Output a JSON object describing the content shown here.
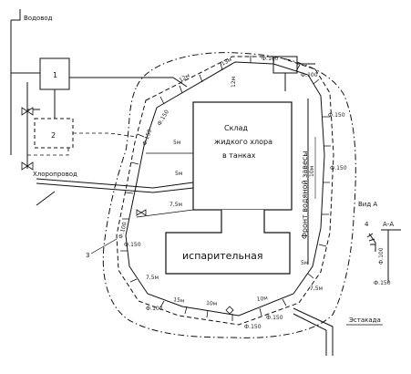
{
  "labels": {
    "water_supply": "Водовод",
    "chlorine_pipeline": "Хлоропровод",
    "trestle": "Эстакада",
    "warehouse_line1": "Склад",
    "warehouse_line2": "жидкого хлора",
    "warehouse_line3": "в танках",
    "evaporator": "испарительная",
    "curtain_front": "Фронт водяной завесы",
    "view_a": "Вид А",
    "section_aa": "А-А",
    "building_1": "1",
    "building_2": "2",
    "callout_3": "3",
    "callout_4": "4"
  },
  "dimensions": {
    "d_top_1": "12м",
    "d_top_2": "13м",
    "d_top_3": "Ф.100",
    "d_top_4": "Ф.100",
    "d_top_5": "12м",
    "d_right_1": "Ф.150",
    "d_right_2": "Ф.150",
    "d_right_3": "10м",
    "d_left_1": "Ф.150",
    "d_left_2": "5м",
    "d_left_3": "5м",
    "d_left_4": "Ф.150",
    "d_left_5": "7,5м",
    "d_left_6": "Ф.100",
    "d_left_7": "Ф.150",
    "d_bot_1": "15м",
    "d_bot_2": "10м",
    "d_bot_3": "10м",
    "d_bot_4": "Ф.100",
    "d_bot_5": "Ф.150",
    "d_bot_6": "Ф.150",
    "d_mid_1": "7,5м",
    "d_mid_2": "5м",
    "d_mid_3": "7,5м",
    "d_view_1": "Ф.100",
    "d_view_2": "Ф.150"
  }
}
